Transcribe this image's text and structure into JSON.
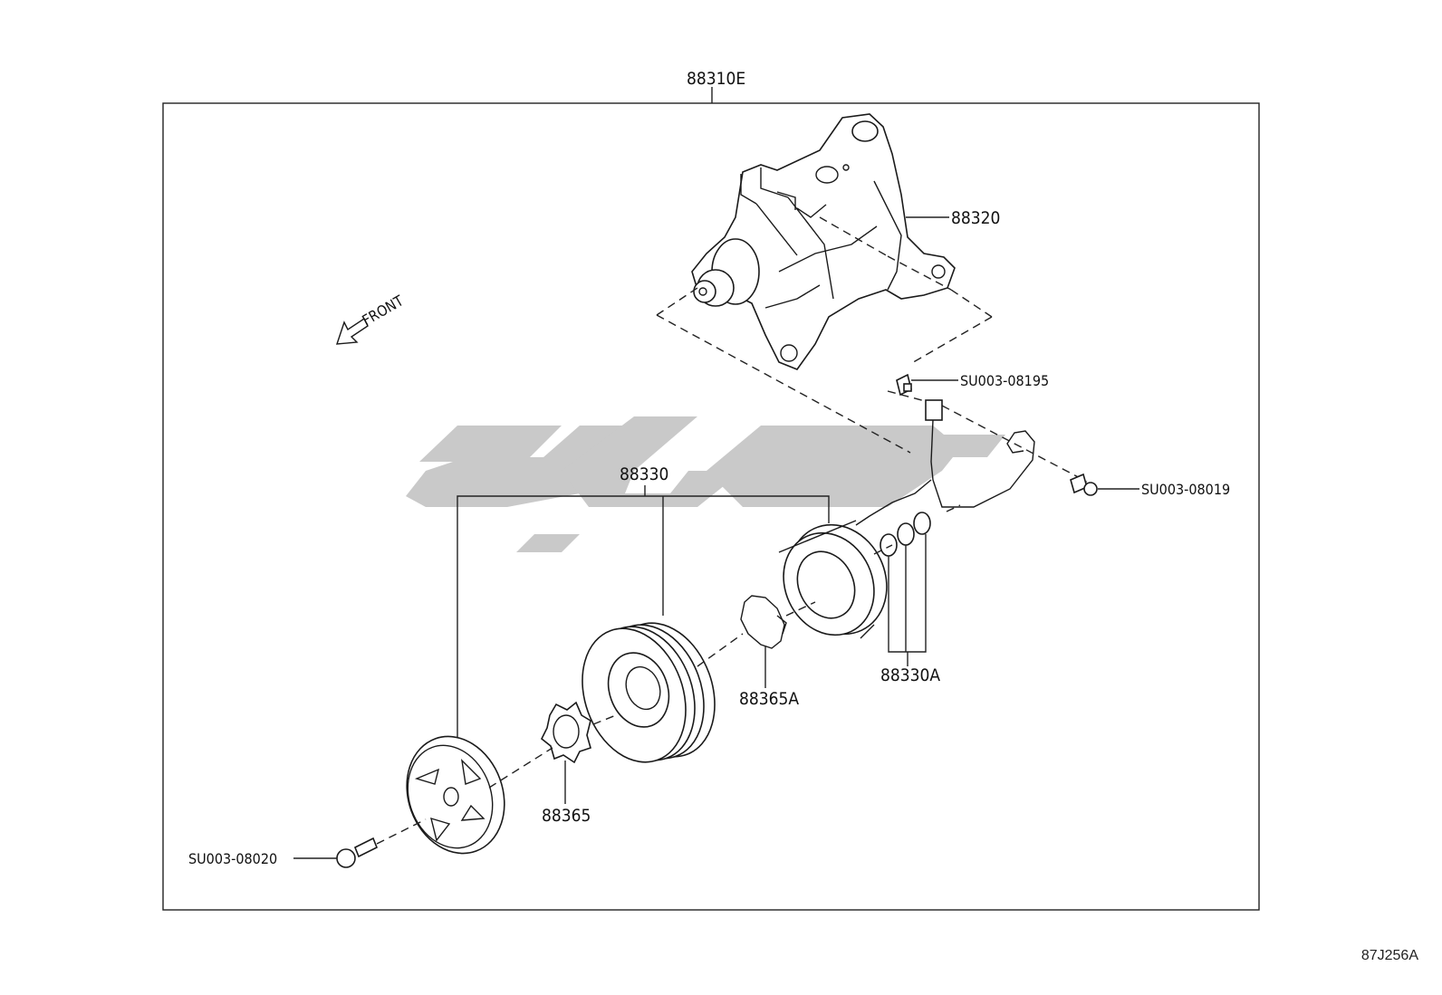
{
  "labels": {
    "assembly": "88310E",
    "compressor": "88320",
    "clutch_kit": "88330",
    "field_coil_shims": "88330A",
    "snap_ring_large": "88365A",
    "snap_ring_small": "88365",
    "bolt_front": "SU003-08020",
    "bolt_side": "SU003-08019",
    "clip": "SU003-08195",
    "front_arrow": "FRONT"
  },
  "diagram_code": "87J256A",
  "icons": [
    "front-arrow-icon",
    "watermark-logo"
  ]
}
